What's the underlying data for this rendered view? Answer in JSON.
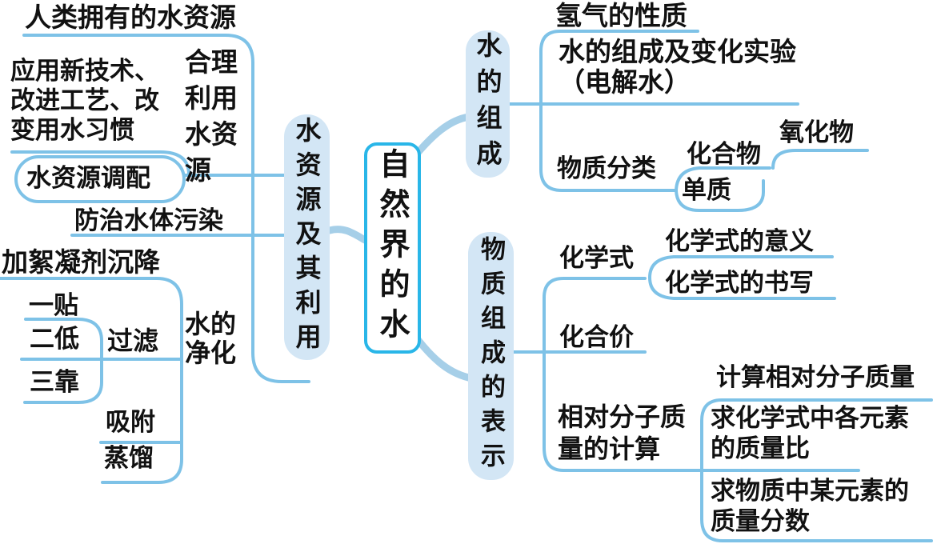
{
  "diagram_type": "mindmap",
  "subject": "chemistry",
  "colors": {
    "branch_line": "#7ec2e7",
    "thick_link": "#a6cfe8",
    "node_fill": "#d3e6f5",
    "center_node_border": "#29b6e8",
    "text": "#111111",
    "background": "#ffffff"
  },
  "map": {
    "root": "自然界的水",
    "water_use": {
      "node": "水资源及其利用",
      "rational": {
        "node": "合理\n利用\n水资\n源",
        "human": "人类拥有的水资源",
        "tech": "应用新技术、\n改进工艺、改\n变用水习惯",
        "allocate": "水资源调配"
      },
      "pollution": "防治水体污染",
      "purify": {
        "node": "水的\n净化",
        "flocculant": "加絮凝剂沉降",
        "filter": {
          "node": "过滤",
          "tips": [
            "一贴",
            "二低",
            "三靠"
          ]
        },
        "adsorb": "吸附",
        "distill": "蒸馏"
      }
    },
    "composition": {
      "node": "水的组成",
      "hydrogen": "氢气的性质",
      "experiment": "水的组成及变化实验\n（电解水）",
      "classify": {
        "node": "物质分类",
        "compound": "化合物",
        "oxide": "氧化物",
        "element": "单质"
      }
    },
    "representation": {
      "node": "物质组成的表示",
      "formula": {
        "node": "化学式",
        "meaning": "化学式的意义",
        "writing": "化学式的书写"
      },
      "valence": "化合价",
      "rmm": {
        "node": "相对分子质\n量的计算",
        "calc": "计算相对分子质量",
        "ratio": "求化学式中各元素\n的质量比",
        "fraction": "求物质中某元素的\n质量分数"
      }
    }
  }
}
